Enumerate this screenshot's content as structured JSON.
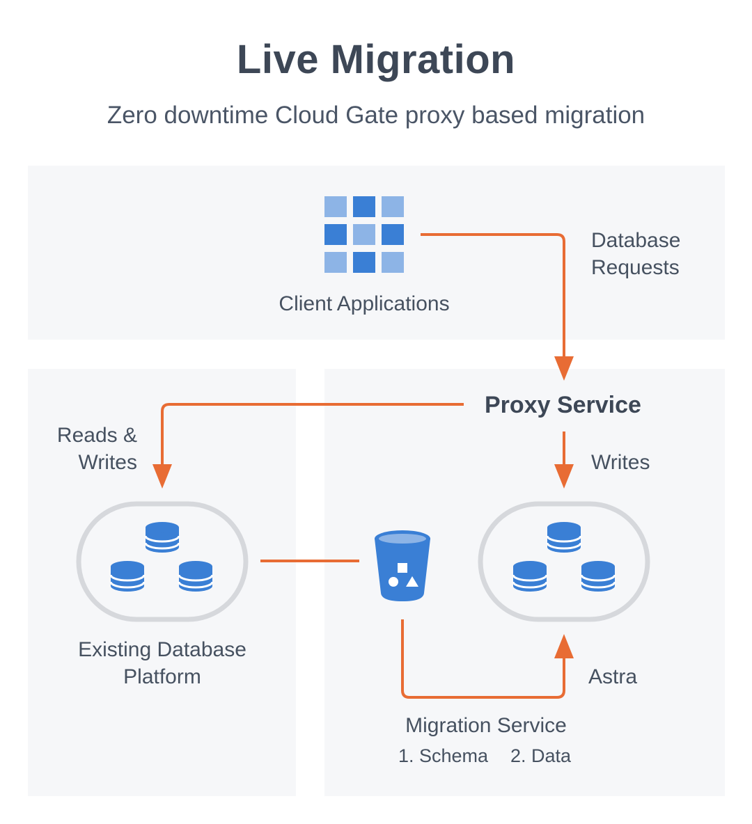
{
  "header": {
    "title": "Live Migration",
    "subtitle": "Zero downtime Cloud Gate proxy based migration"
  },
  "nodes": {
    "client": {
      "label": "Client Applications",
      "icon": "grid-icon"
    },
    "proxy": {
      "label": "Proxy Service"
    },
    "existing": {
      "label_line1": "Existing Database",
      "label_line2": "Platform",
      "icon": "database-cluster-icon"
    },
    "astra": {
      "label": "Astra",
      "icon": "database-cluster-icon"
    },
    "migration": {
      "label": "Migration Service",
      "steps": [
        "1. Schema",
        "2. Data"
      ],
      "icon": "bucket-icon"
    }
  },
  "edges": {
    "database_requests": {
      "line1": "Database",
      "line2": "Requests"
    },
    "reads_writes": {
      "line1": "Reads &",
      "line2": "Writes"
    },
    "writes": {
      "label": "Writes"
    }
  },
  "colors": {
    "arrow": "#e86c34",
    "icon_dark": "#3a7fd5",
    "icon_light": "#8db4e6",
    "panel": "#f6f7f9",
    "cluster_ring": "#d6d8dc"
  }
}
